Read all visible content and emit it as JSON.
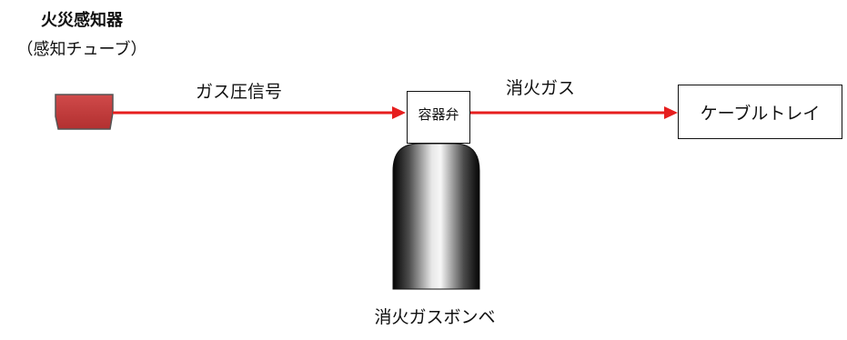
{
  "detector": {
    "title": "火災感知器",
    "subtitle": "（感知チューブ）"
  },
  "signal_label": "ガス圧信号",
  "valve_label": "容器弁",
  "gas_label": "消火ガス",
  "tray_label": "ケーブルトレイ",
  "cylinder_label": "消火ガスボンベ",
  "colors": {
    "arrow": "#e61e1e",
    "detector_fill": "#c0393b",
    "detector_stroke": "#555555"
  }
}
